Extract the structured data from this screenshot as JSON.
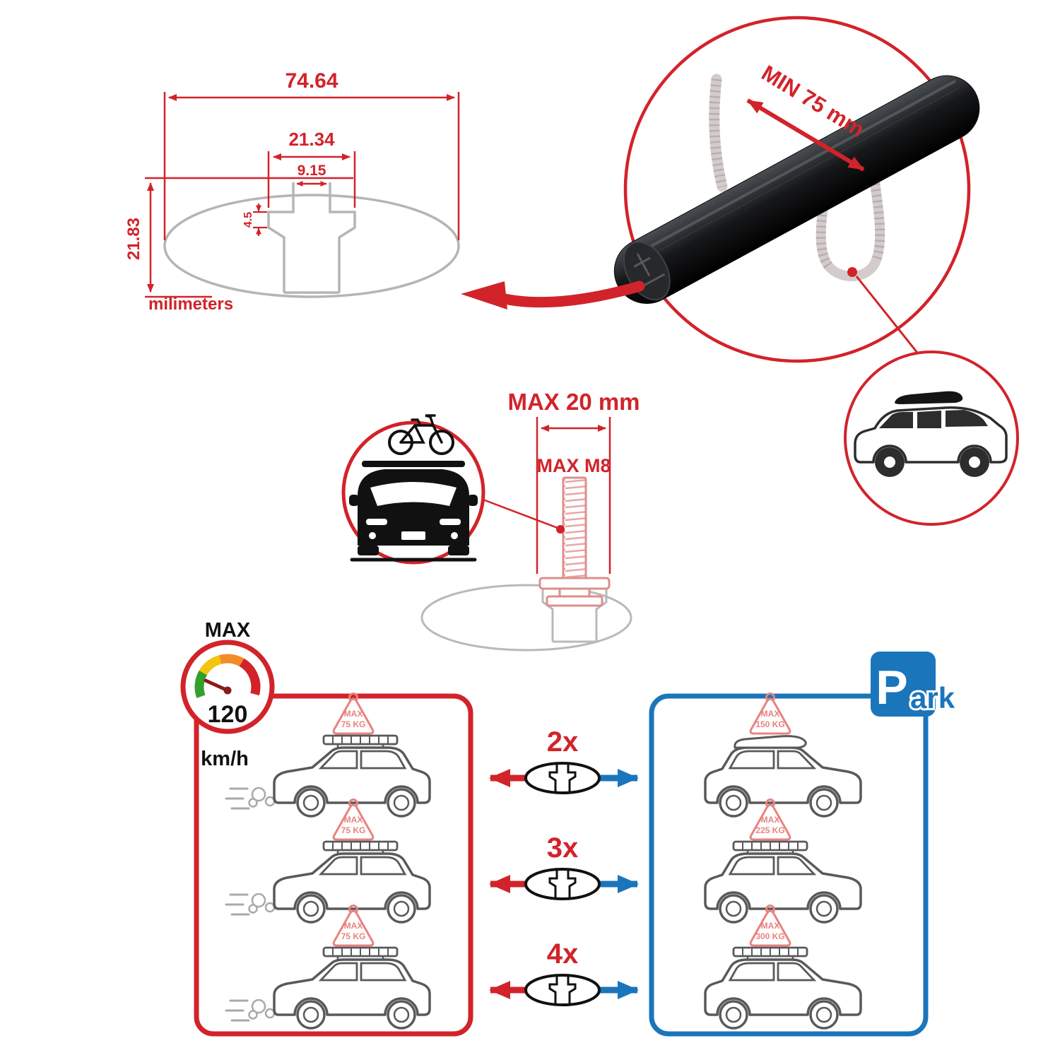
{
  "colors": {
    "accent_red": "#d2232a",
    "accent_blue": "#1b75bb",
    "soft_red": "#e8837f",
    "bar_black": "#111111",
    "line_gray": "#58595b",
    "ghost_gray": "#b3b5b7"
  },
  "dimension_diagram": {
    "total_width": "74.64",
    "slot_outer_width": "21.34",
    "slot_inner_width": "9.15",
    "step_height": "4.5",
    "total_height": "21.83",
    "units_label": "milimeters"
  },
  "crossbar_detail": {
    "min_span_label": "MIN 75 mm"
  },
  "mounting": {
    "max_width_label": "MAX 20 mm",
    "max_bolt_label": "MAX M8"
  },
  "speed_limit": {
    "label": "MAX",
    "value": "120",
    "units": "km/h"
  },
  "park_sign": {
    "letter": "P",
    "rest": "ark"
  },
  "load_table": {
    "driving": [
      {
        "label": "MAX",
        "weight": "75 KG"
      },
      {
        "label": "MAX",
        "weight": "75 KG"
      },
      {
        "label": "MAX",
        "weight": "75 KG"
      }
    ],
    "bar_counts": [
      "2x",
      "3x",
      "4x"
    ],
    "parked": [
      {
        "label": "MAX",
        "weight": "150 KG"
      },
      {
        "label": "MAX",
        "weight": "225 KG"
      },
      {
        "label": "MAX",
        "weight": "300 KG"
      }
    ]
  }
}
